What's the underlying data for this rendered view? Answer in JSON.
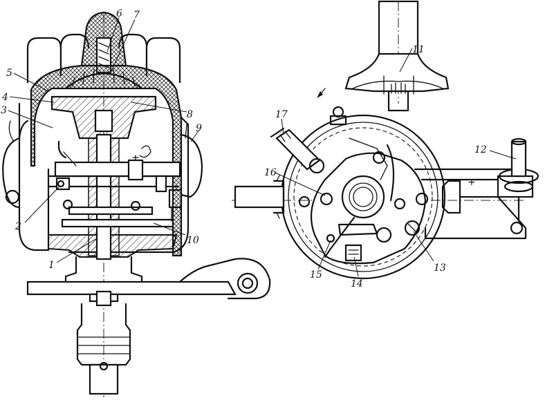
{
  "callouts": {
    "c1": "1",
    "c2": "2",
    "c3": "3",
    "c4": "4",
    "c5": "5",
    "c6": "6",
    "c7": "7",
    "c8": "8",
    "c9": "9",
    "c10": "10",
    "c11": "11",
    "c12": "12",
    "c13": "13",
    "c14": "14",
    "c15": "15",
    "c16": "16",
    "c17": "17"
  },
  "polarity": {
    "plus": "+"
  },
  "colors": {
    "ink": "#111111",
    "background": "#ffffff",
    "hatch": "#333333"
  }
}
